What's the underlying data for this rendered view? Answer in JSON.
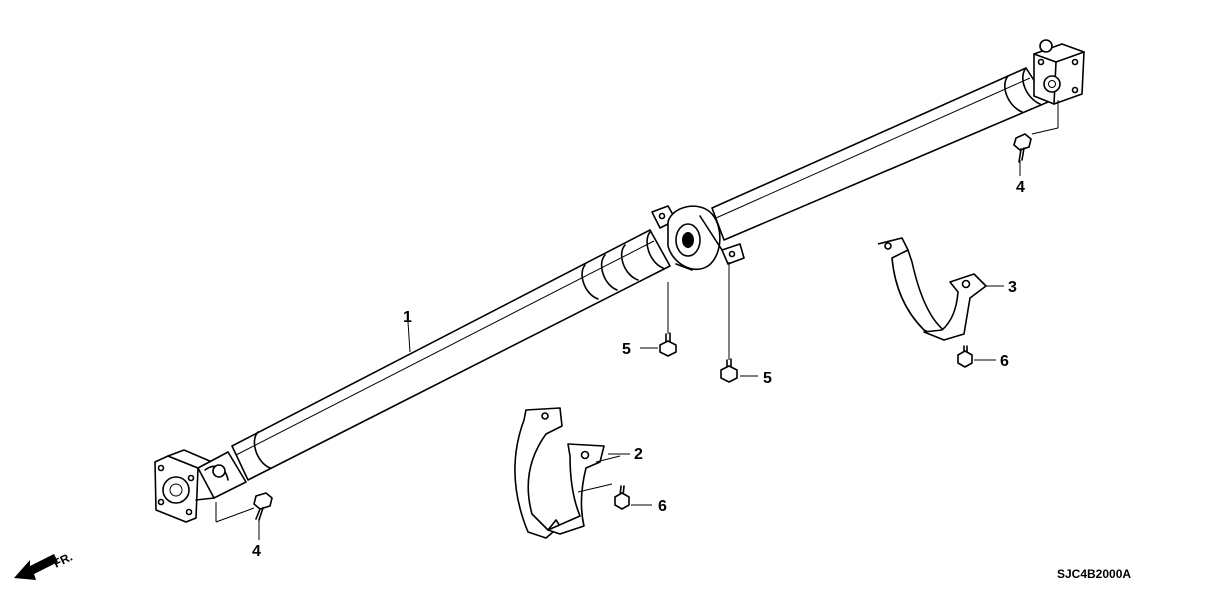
{
  "diagram": {
    "callouts": {
      "part_1": "1",
      "part_2": "2",
      "part_3": "3",
      "part_4_front": "4",
      "part_4_rear": "4",
      "part_5_left": "5",
      "part_5_right": "5",
      "part_6_lower": "6",
      "part_6_upper": "6"
    },
    "direction_label": "FR.",
    "diagram_code": "SJC4B2000A"
  }
}
